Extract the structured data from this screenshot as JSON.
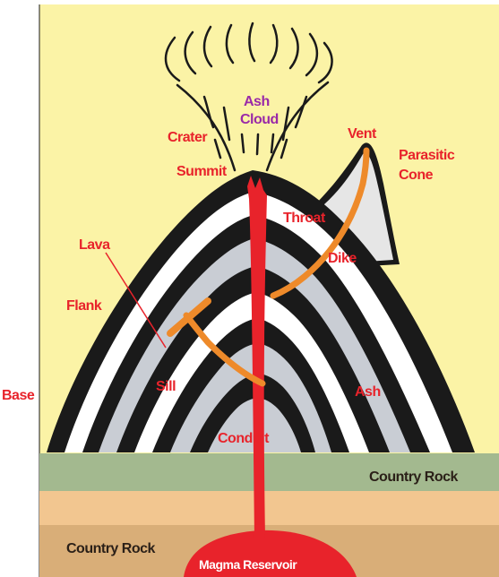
{
  "labels": {
    "ash_cloud_1": "Ash",
    "ash_cloud_2": "Cloud",
    "crater": "Crater",
    "vent": "Vent",
    "parasitic_1": "Parasitic",
    "parasitic_2": "Cone",
    "summit": "Summit",
    "throat": "Throat",
    "lava": "Lava",
    "dike": "Dike",
    "flank": "Flank",
    "base": "Base",
    "sill": "Sill",
    "ash": "Ash",
    "conduit": "Conduit",
    "country_rock_upper": "Country Rock",
    "country_rock_lower": "Country Rock",
    "magma_reservoir": "Magma Reservoir"
  },
  "colors": {
    "sky": "#fbf3a6",
    "ground_green": "#a3b98f",
    "ground_peach": "#f2c690",
    "ground_tan": "#d9ae78",
    "black_layer": "#1a1a1a",
    "white_layer": "#ffffff",
    "grey_layer": "#c9cdd4",
    "magma": "#e8232b",
    "dike_orange": "#ee8a2a",
    "label_red": "#e8232b",
    "label_purple": "#9a2aa8"
  }
}
